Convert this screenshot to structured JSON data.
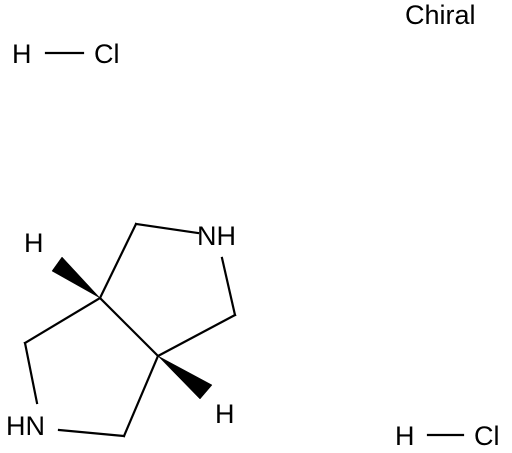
{
  "chiral_label": "Chiral",
  "hcl_top": {
    "h": "H",
    "cl": "Cl"
  },
  "hcl_bottom": {
    "h": "H",
    "cl": "Cl"
  },
  "molecule": {
    "nh_right": "NH",
    "hn_left": "HN",
    "h_top": "H",
    "h_bottom": "H"
  }
}
